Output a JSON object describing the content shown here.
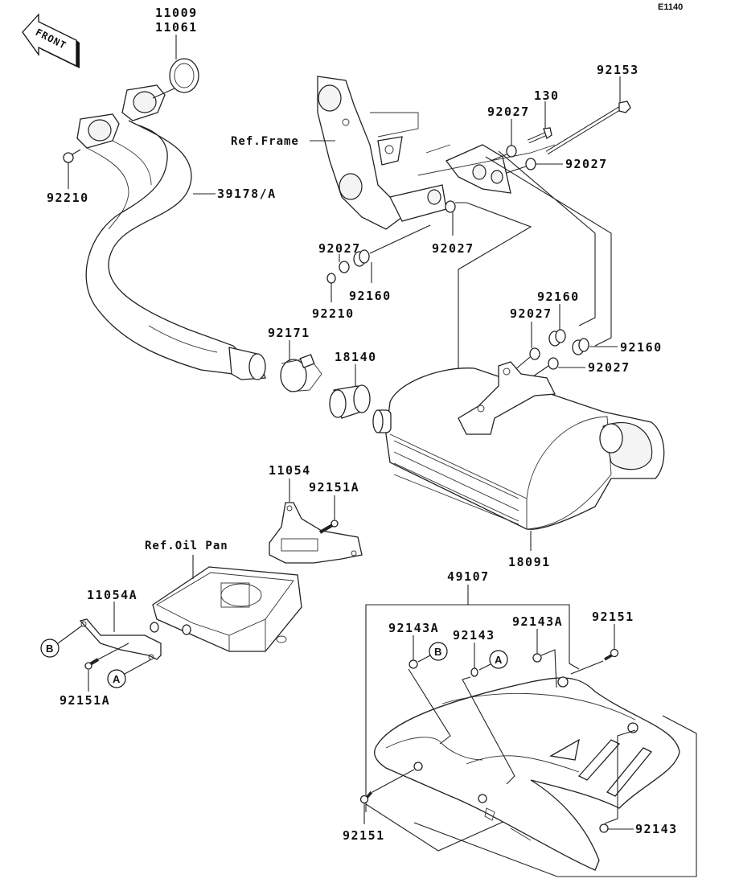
{
  "diagram": {
    "code": "E1140",
    "front_marker": "FRONT",
    "references": {
      "frame": "Ref.Frame",
      "oil_pan": "Ref.Oil Pan"
    },
    "parts": {
      "gasket_a": "11009",
      "gasket_b": "11061",
      "nut_head": "92210",
      "exhaust_pipe": "39178/A",
      "bolt_long": "92153",
      "bolt_130": "130",
      "washer_top": "92027",
      "washer_right": "92027",
      "washer_mid_left": "92027",
      "washer_mid_right": "92027",
      "grommet_mid": "92160",
      "nut_mid": "92210",
      "grommet_r1": "92160",
      "grommet_r2": "92160",
      "washer_r1": "92027",
      "washer_r2": "92027",
      "clamp": "92171",
      "gasket_sleeve": "18140",
      "muffler": "18091",
      "bracket": "11054",
      "bolt_bracket": "92151A",
      "bracket_a": "11054A",
      "bolt_bracket_a": "92151A",
      "cover": "49107",
      "grommet_b": "92143A",
      "grommet_a": "92143",
      "grommet_c": "92143A",
      "screw_top": "92151",
      "screw_bottom": "92151",
      "grommet_bottom": "92143"
    },
    "callouts": {
      "A": "A",
      "B": "B"
    }
  }
}
